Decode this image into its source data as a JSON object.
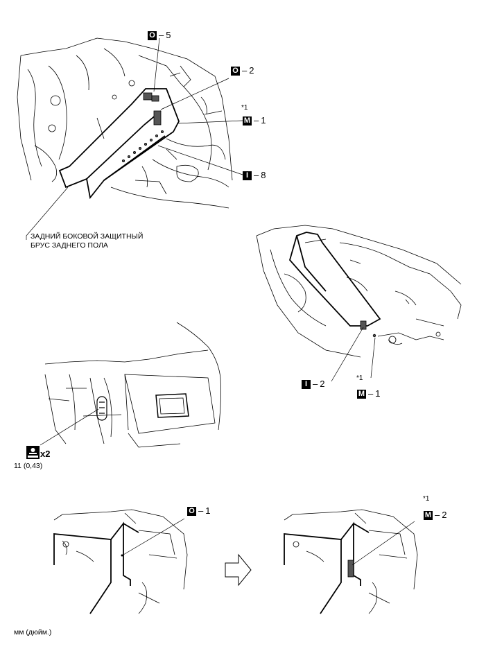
{
  "callouts": {
    "o5": {
      "badge": "O",
      "sep": "–",
      "num": "5"
    },
    "o2": {
      "badge": "O",
      "sep": "–",
      "num": "2"
    },
    "m1_top": {
      "note": "*1",
      "badge": "M",
      "sep": "–",
      "num": "1"
    },
    "i8": {
      "badge": "I",
      "sep": "–",
      "num": "8"
    },
    "i2": {
      "badge": "I",
      "sep": "–",
      "num": "2"
    },
    "m1_mid": {
      "note": "*1",
      "badge": "M",
      "sep": "–",
      "num": "1"
    },
    "o1": {
      "badge": "O",
      "sep": "–",
      "num": "1"
    },
    "m2": {
      "note": "*1",
      "badge": "M",
      "sep": "–",
      "num": "2"
    }
  },
  "part_label": {
    "line1": "ЗАДНИЙ БОКОВОЙ ЗАЩИТНЫЙ",
    "line2": "БРУС ЗАДНЕГО ПОЛА"
  },
  "torque": {
    "icon": "torque-wrench-icon",
    "count": "x2",
    "value": "11 (0,43)"
  },
  "units_note": "мм (дюйм.)",
  "colors": {
    "line": "#000000",
    "sealer": "#555555"
  }
}
